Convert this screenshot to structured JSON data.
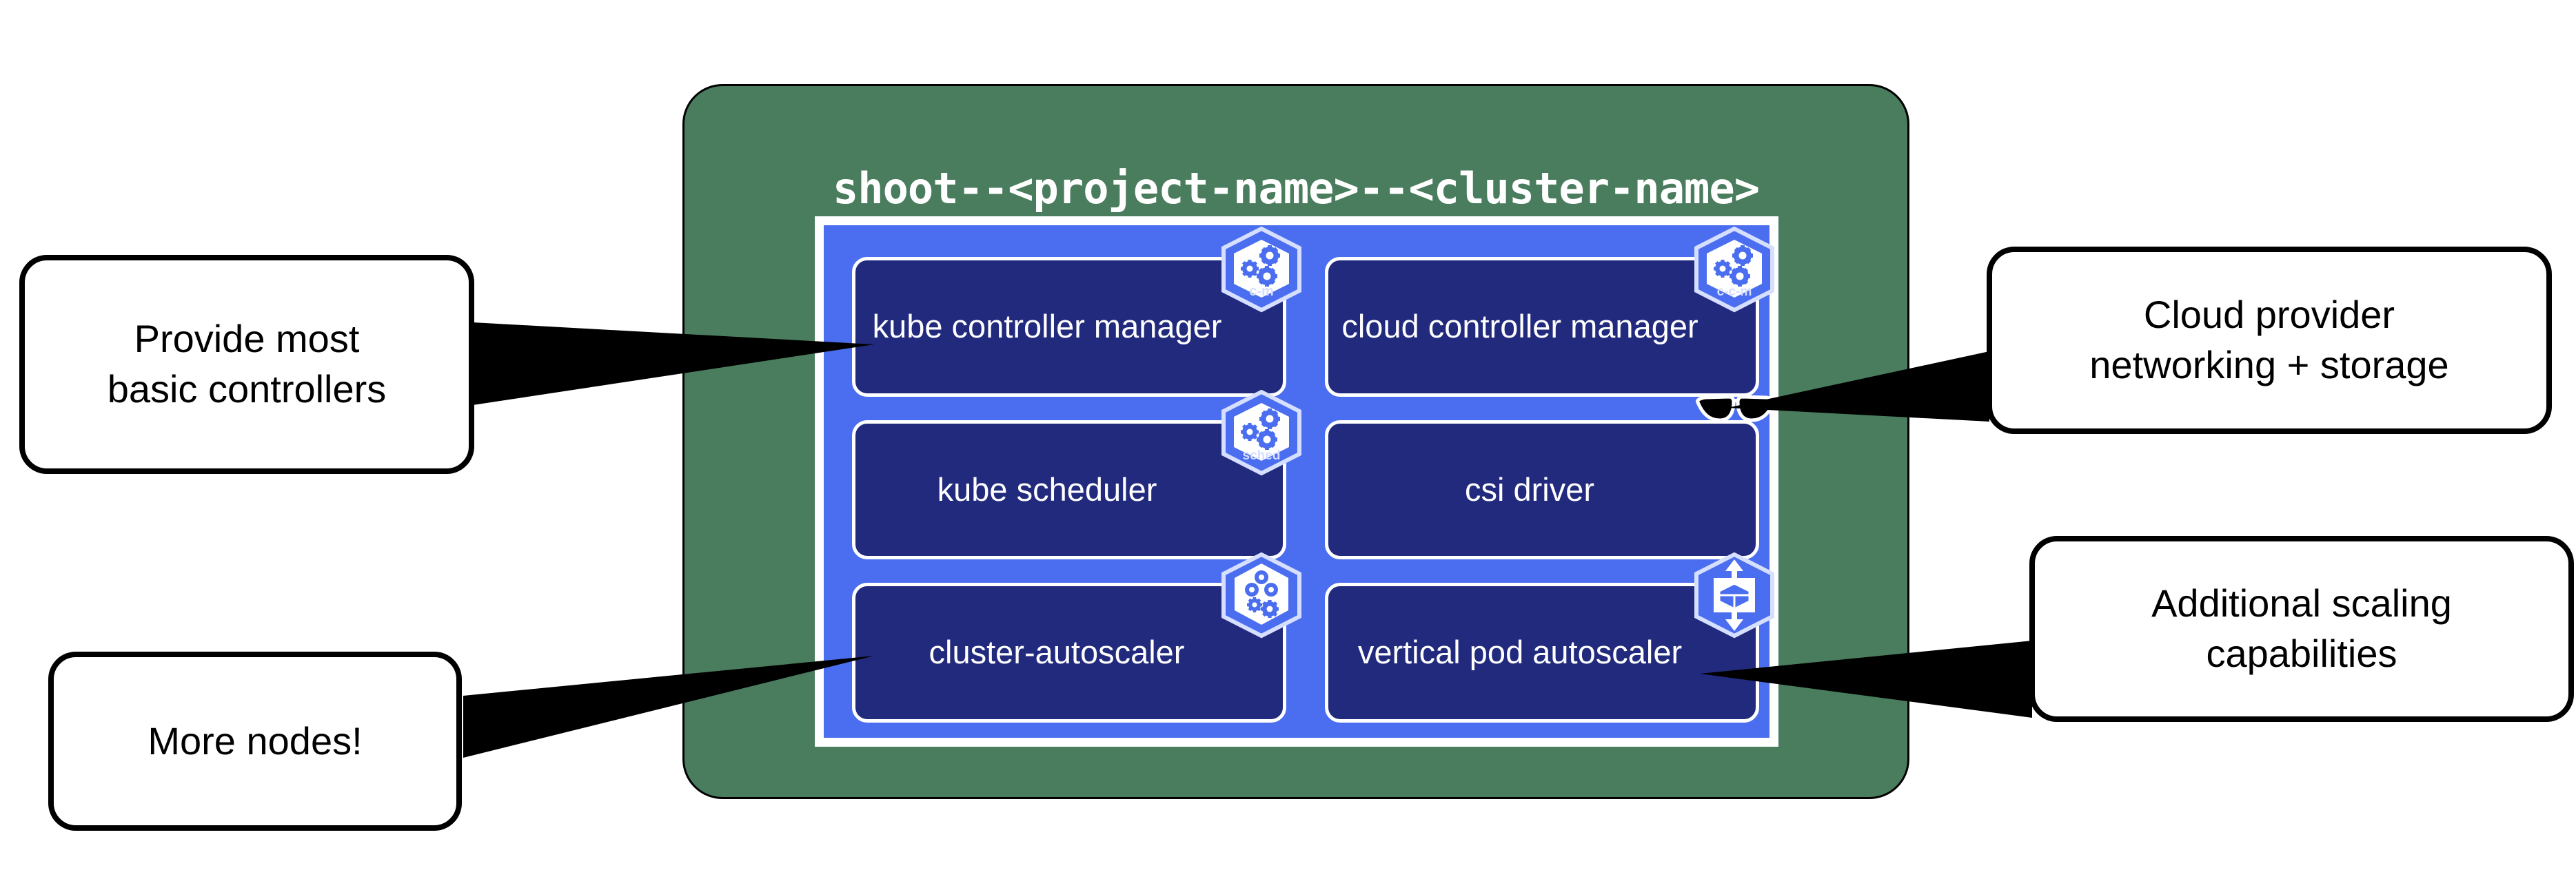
{
  "diagram": {
    "title": "shoot--<project-name>--<cluster-name>",
    "namespace_color": "#4A7C5E",
    "control_plane_color": "#4A6EEF",
    "component_color": "#212A7D",
    "border_color": "#FFFFFF"
  },
  "components": [
    {
      "id": "kube-controller-manager",
      "label": "kube controller manager",
      "badge": "kubernetes-controller-manager-icon",
      "badge_label": "c-m",
      "column": "left",
      "row": 1
    },
    {
      "id": "cloud-controller-manager",
      "label": "cloud controller manager",
      "badge": "kubernetes-cloud-controller-manager-icon",
      "badge_label": "c-c-m",
      "column": "right",
      "row": 1
    },
    {
      "id": "kube-scheduler",
      "label": "kube scheduler",
      "badge": "kubernetes-scheduler-icon",
      "badge_label": "sched",
      "column": "left",
      "row": 2
    },
    {
      "id": "csi-driver",
      "label": "csi driver",
      "badge": "sunglasses-icon",
      "badge_label": "",
      "column": "right",
      "row": 2
    },
    {
      "id": "cluster-autoscaler",
      "label": "cluster-autoscaler",
      "badge": "kubernetes-cluster-autoscaler-icon",
      "badge_label": "",
      "column": "left",
      "row": 3
    },
    {
      "id": "vertical-pod-autoscaler",
      "label": "vertical pod autoscaler",
      "badge": "vertical-pod-autoscaler-icon",
      "badge_label": "",
      "column": "right",
      "row": 3
    }
  ],
  "callouts": [
    {
      "id": "provide-most-basic-controllers",
      "line1": "Provide most",
      "line2": "basic controllers",
      "points_to": "kube-controller-manager",
      "side": "left"
    },
    {
      "id": "more-nodes",
      "line1": "More nodes!",
      "line2": "",
      "points_to": "cluster-autoscaler",
      "side": "left"
    },
    {
      "id": "cloud-provider-networking-storage",
      "line1": "Cloud provider",
      "line2": "networking + storage",
      "points_to": "csi-driver",
      "side": "right"
    },
    {
      "id": "additional-scaling-capabilities",
      "line1": "Additional scaling",
      "line2": "capabilities",
      "points_to": "vertical-pod-autoscaler",
      "side": "right"
    }
  ]
}
